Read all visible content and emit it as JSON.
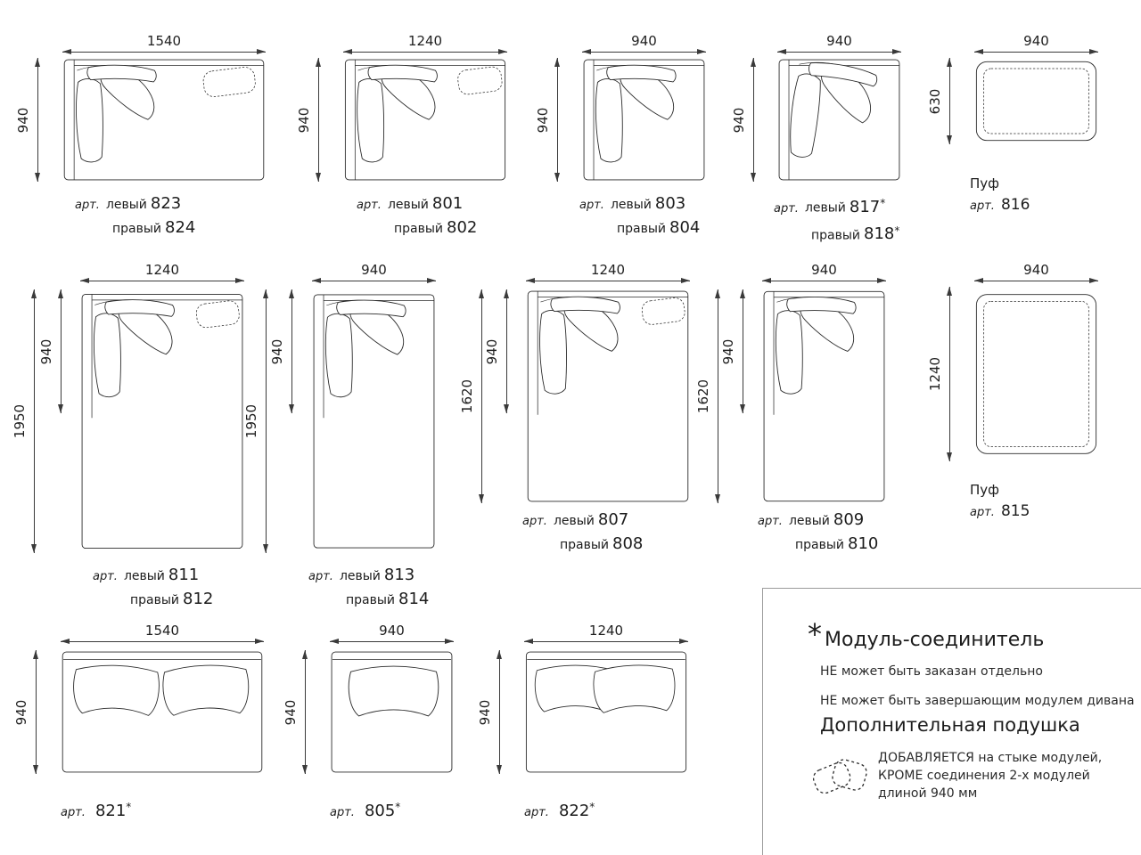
{
  "colors": {
    "ink": "#1f1f1f",
    "frame": "#2a2a2a",
    "legend_border": "#9b9b9b"
  },
  "labels": {
    "art": "арт.",
    "left": "левый",
    "right": "правый",
    "pouf": "Пуф"
  },
  "legend": {
    "star": "*",
    "title_connector": "Модуль-соединитель",
    "connector_note1": "НЕ может быть заказан отдельно",
    "connector_note2": "НЕ может быть завершающим модулем дивана",
    "title_cushion": "Дополнительная подушка",
    "cushion_note1": "ДОБАВЛЯЕТСЯ на стыке модулей,",
    "cushion_note2": "КРОМЕ соединения 2-х модулей",
    "cushion_note3": "длиной 940 мм"
  },
  "modules": [
    {
      "top_dim": "1540",
      "side_dim": "940",
      "art_left": "823",
      "art_right": "824"
    },
    {
      "top_dim": "1240",
      "side_dim": "940",
      "art_left": "801",
      "art_right": "802"
    },
    {
      "top_dim": "940",
      "side_dim": "940",
      "art_left": "803",
      "art_right": "804"
    },
    {
      "top_dim": "940",
      "side_dim": "940",
      "art_left": "817",
      "art_right": "818",
      "star": "*"
    },
    {
      "top_dim": "940",
      "side_dim": "630",
      "art": "816"
    },
    {
      "top_dim": "1240",
      "side_dim": "940",
      "outer_dim": "1950",
      "art_left": "811",
      "art_right": "812"
    },
    {
      "top_dim": "940",
      "side_dim": "940",
      "outer_dim": "1950",
      "art_left": "813",
      "art_right": "814"
    },
    {
      "top_dim": "1240",
      "side_dim": "940",
      "outer_dim": "1620",
      "art_left": "807",
      "art_right": "808"
    },
    {
      "top_dim": "940",
      "side_dim": "940",
      "outer_dim": "1620",
      "art_left": "809",
      "art_right": "810"
    },
    {
      "top_dim": "940",
      "side_dim": "1240",
      "art": "815"
    },
    {
      "top_dim": "1540",
      "side_dim": "940",
      "art": "821",
      "star": "*"
    },
    {
      "top_dim": "940",
      "side_dim": "940",
      "art": "805",
      "star": "*"
    },
    {
      "top_dim": "1240",
      "side_dim": "940",
      "art": "822",
      "star": "*"
    }
  ]
}
